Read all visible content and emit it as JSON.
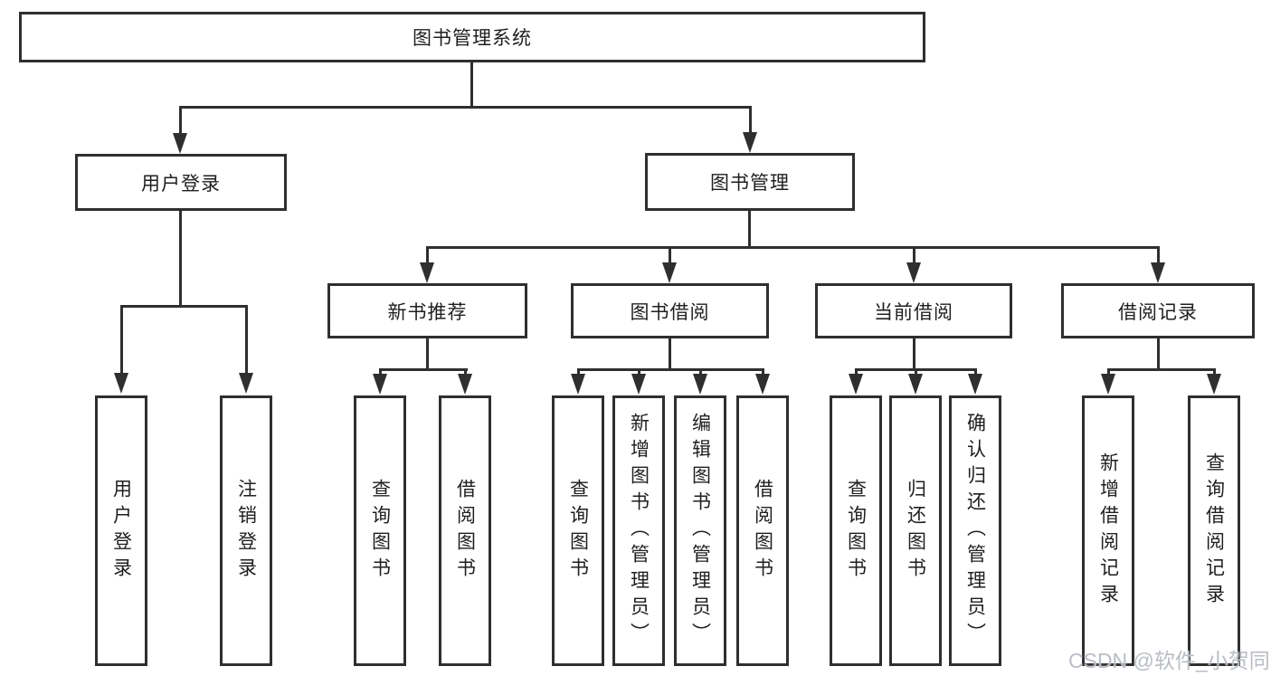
{
  "colors": {
    "line": "#2f2f2f",
    "ink": "#1f1f1f",
    "bg": "#ffffff",
    "watermark": "#b9bdc4"
  },
  "tree": {
    "root": {
      "label": "图书管理系统"
    },
    "branches": [
      {
        "label": "用户登录",
        "leaves": [
          {
            "label": "用户登录"
          },
          {
            "label": "注销登录"
          }
        ]
      },
      {
        "label": "图书管理",
        "groups": [
          {
            "label": "新书推荐",
            "leaves": [
              {
                "label": "查询图书"
              },
              {
                "label": "借阅图书"
              }
            ]
          },
          {
            "label": "图书借阅",
            "leaves": [
              {
                "label": "查询图书"
              },
              {
                "label": "新增图书（管理员）"
              },
              {
                "label": "编辑图书（管理员）"
              },
              {
                "label": "借阅图书"
              }
            ]
          },
          {
            "label": "当前借阅",
            "leaves": [
              {
                "label": "查询图书"
              },
              {
                "label": "归还图书"
              },
              {
                "label": "确认归还（管理员）"
              }
            ]
          },
          {
            "label": "借阅记录",
            "leaves": [
              {
                "label": "新增借阅记录"
              },
              {
                "label": "查询借阅记录"
              }
            ]
          }
        ]
      }
    ]
  },
  "watermark": {
    "text": "CSDN @软件_小贺同学"
  }
}
